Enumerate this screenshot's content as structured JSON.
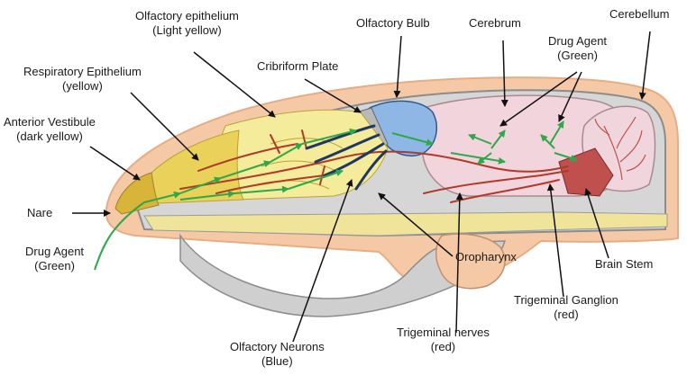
{
  "labels": {
    "olfactory_epithelium": {
      "name": "Olfactory epithelium",
      "note": "(Light yellow)"
    },
    "olfactory_bulb": {
      "name": "Olfactory Bulb"
    },
    "cerebrum": {
      "name": "Cerebrum"
    },
    "cerebellum": {
      "name": "Cerebellum"
    },
    "drug_agent_top": {
      "name": "Drug Agent",
      "note": "(Green)"
    },
    "respiratory_epithelium": {
      "name": "Respiratory Epithelium",
      "note": "(yellow)"
    },
    "cribriform_plate": {
      "name": "Cribriform Plate"
    },
    "anterior_vestibule": {
      "name": "Anterior Vestibule",
      "note": "(dark yellow)"
    },
    "nare": {
      "name": "Nare"
    },
    "drug_agent_left": {
      "name": "Drug Agent",
      "note": "(Green)"
    },
    "oropharynx": {
      "name": "Oropharynx"
    },
    "brain_stem": {
      "name": "Brain Stem"
    },
    "trigeminal_ganglion": {
      "name": "Trigeminal Ganglion",
      "note": "(red)"
    },
    "trigeminal_nerves": {
      "name": "Trigeminal nerves",
      "note": "(red)"
    },
    "olfactory_neurons": {
      "name": "Olfactory Neurons",
      "note": "(Blue)"
    }
  },
  "colors": {
    "skin": "#f6c9a6",
    "skull": "#c9c9c9",
    "skull_edge": "#8c8c8c",
    "brain": "#f2d4dc",
    "bulb": "#8fb7e6",
    "epithelium_light": "#f4ec9a",
    "epithelium": "#e9d15a",
    "vestibule": "#d8b43a",
    "nerve": "#b03a2a",
    "neuron": "#1f3766",
    "drug": "#2ea84a",
    "brainstem": "#c0504d"
  }
}
